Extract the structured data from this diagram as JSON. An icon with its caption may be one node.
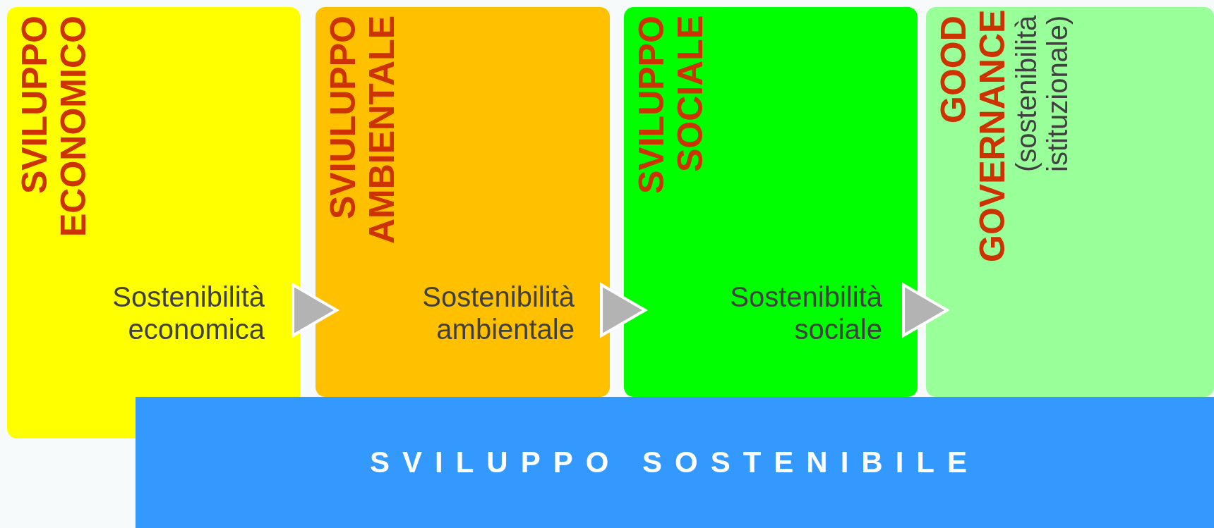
{
  "diagram": {
    "nodes": [
      {
        "text": [
          "SVILUPPO ECONOMICO",
          "Sostenibilità economica"
        ]
      },
      {
        "text": [
          "SVIULUPPO AMBIENTALE",
          "Sostenibilità ambientale"
        ]
      },
      {
        "text": [
          "SVILUPPO SOCIALE",
          "Sostenibilità sociale"
        ]
      },
      {
        "text": [
          "GOOD GOVERNANCE",
          "(sostenibilità istituzionale)"
        ]
      },
      {
        "text": [
          "SVILUPPO SOSTENIBILE"
        ]
      }
    ],
    "edges": [
      {
        "from": 0,
        "to": 1,
        "arrow": "to"
      },
      {
        "from": 1,
        "to": 2,
        "arrow": "to"
      },
      {
        "from": 2,
        "to": 3,
        "arrow": "to"
      }
    ]
  }
}
